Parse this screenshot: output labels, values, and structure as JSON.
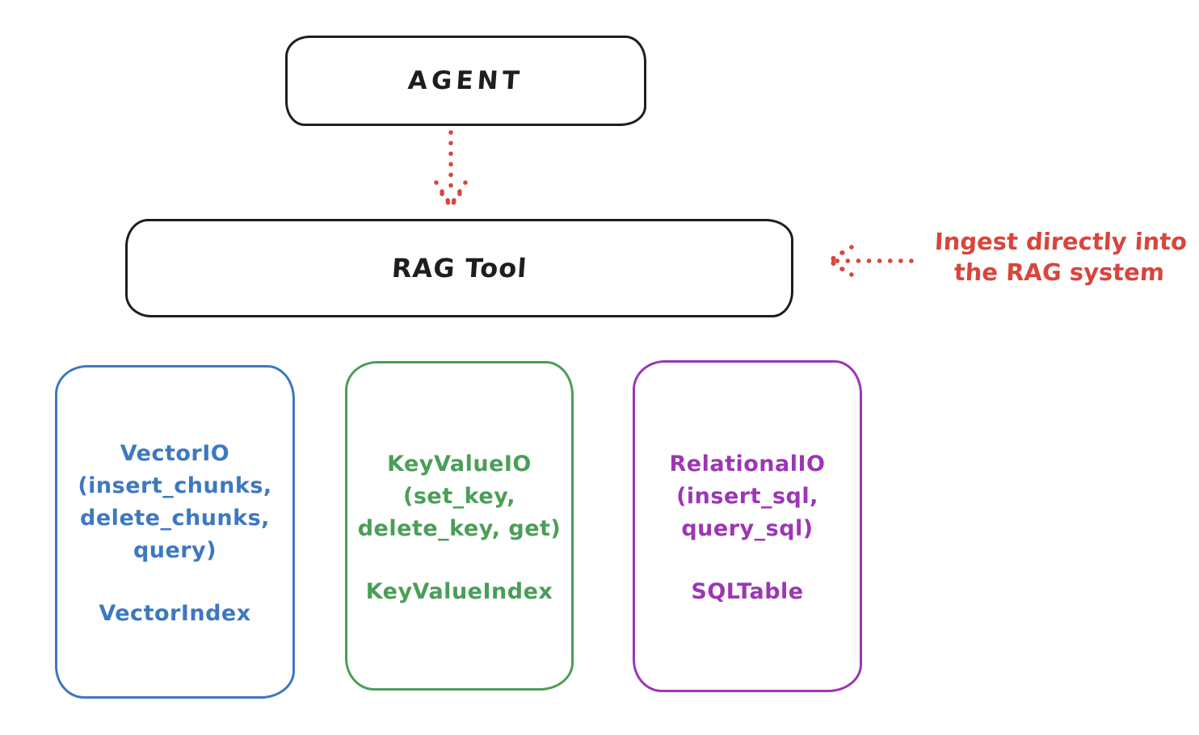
{
  "agent": {
    "label": "AGENT"
  },
  "rag_tool": {
    "label": "RAG Tool"
  },
  "annotation": {
    "text": "Ingest directly into\nthe RAG system",
    "color": "#d9453c"
  },
  "stores": [
    {
      "name": "vector-io",
      "signature": "VectorIO\n(insert_chunks,\ndelete_chunks,\nquery)",
      "index_class": "VectorIndex",
      "color": "#3d78c0"
    },
    {
      "name": "key-value-io",
      "signature": "KeyValueIO\n(set_key,\ndelete_key, get)",
      "index_class": "KeyValueIndex",
      "color": "#4a9e57"
    },
    {
      "name": "relational-io",
      "signature": "RelationalIO\n(insert_sql,\nquery_sql)",
      "index_class": "SQLTable",
      "color": "#9c36b5"
    }
  ],
  "colors": {
    "ink": "#1e1e1e",
    "background": "#ffffff",
    "red": "#d9453c",
    "blue": "#3d78c0",
    "green": "#4a9e57",
    "purple": "#9c36b5"
  }
}
